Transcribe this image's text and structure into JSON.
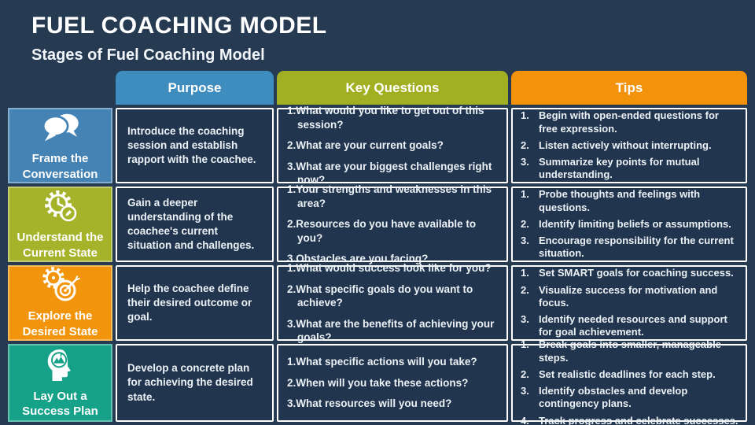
{
  "slide": {
    "title": "FUEL COACHING MODEL",
    "subtitle": "Stages of Fuel Coaching Model"
  },
  "palette": {
    "background": "#263A52",
    "cell_background": "#21354E",
    "cell_border": "#FFFFFF",
    "purpose_accent": "#3F8DBF",
    "questions_accent": "#A1B023",
    "tips_accent": "#F2930B",
    "plan_accent": "#16A189"
  },
  "columns": [
    {
      "label": "Purpose",
      "color": "#3F8DBF"
    },
    {
      "label": "Key Questions",
      "color": "#A1B023"
    },
    {
      "label": "Tips",
      "color": "#F2930B"
    }
  ],
  "rows": [
    {
      "stage": "Frame the Conversation",
      "icon": "chat-bubbles-icon",
      "color": "#4583B4",
      "purpose": "Introduce the coaching session and establish rapport with the coachee.",
      "key_questions": [
        "What would you like to get out of this session?",
        "What are your current goals?",
        "What are your biggest challenges right now?"
      ],
      "tips": [
        "Begin with open-ended questions for free expression.",
        "Listen actively without interrupting.",
        "Summarize key points for mutual understanding."
      ]
    },
    {
      "stage": "Understand the Current State",
      "icon": "gear-clock-icon",
      "color": "#A5B32B",
      "purpose": "Gain a deeper understanding of the coachee's current situation and challenges.",
      "key_questions": [
        "Your strengths and weaknesses in this area?",
        "Resources do you have available to you?",
        "Obstacles are you facing?"
      ],
      "tips": [
        "Probe thoughts and feelings with questions.",
        "Identify limiting beliefs or assumptions.",
        "Encourage responsibility for the current situation."
      ]
    },
    {
      "stage": "Explore the Desired State",
      "icon": "gear-target-icon",
      "color": "#F2950C",
      "purpose": "Help the coachee define their desired outcome or goal.",
      "key_questions": [
        "What would success look like for you?",
        "What specific goals do you want to achieve?",
        "What are the benefits of achieving your goals?"
      ],
      "tips": [
        "Set SMART goals for coaching success.",
        "Visualize success for motivation and focus.",
        "Identify needed resources and support for goal achievement."
      ]
    },
    {
      "stage": "Lay Out a Success Plan",
      "icon": "head-plan-icon",
      "color": "#16A189",
      "purpose": "Develop a concrete plan for achieving the desired state.",
      "key_questions": [
        "What specific actions will you take?",
        "When will you take these actions?",
        "What resources will you need?"
      ],
      "tips": [
        "Break goals into smaller, manageable steps.",
        "Set realistic deadlines for each step.",
        "Identify obstacles and develop contingency plans.",
        "Track progress and celebrate successes."
      ]
    }
  ]
}
